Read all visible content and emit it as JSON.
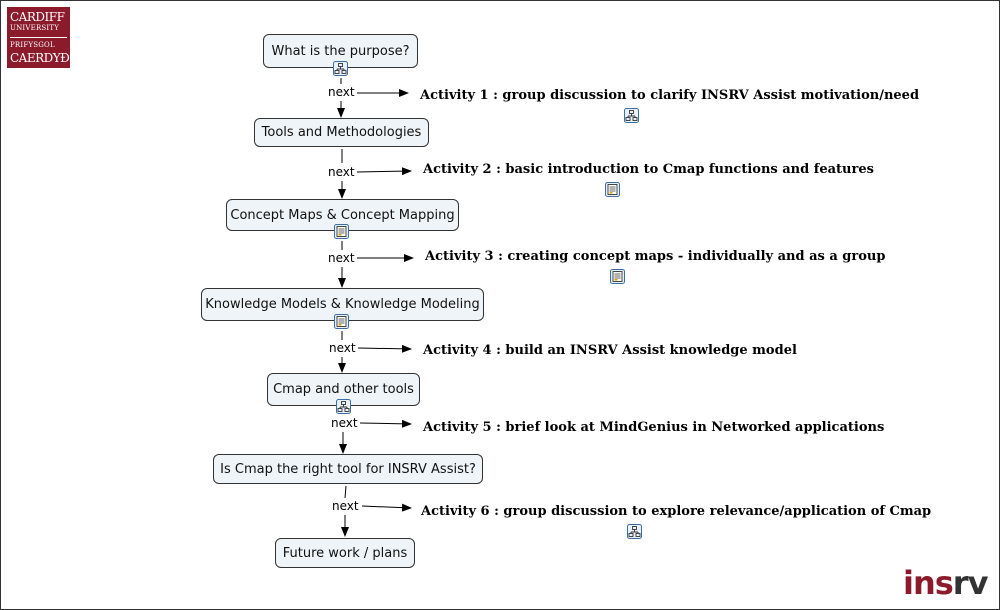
{
  "logo": {
    "line1": "CARDIFF",
    "line2": "UNIVERSITY",
    "line3": "PRIFYSGOL",
    "line4": "CAERDYÐ",
    "color": "#8b1a2b"
  },
  "brand": {
    "part1": "ins",
    "part2": "rv",
    "color1": "#8b1a2b",
    "color2": "#333333"
  },
  "nodes": [
    {
      "label": "What is the purpose?",
      "icon": "cmap-link-icon"
    },
    {
      "label": "Tools and Methodologies",
      "icon": ""
    },
    {
      "label": "Concept Maps & Concept Mapping",
      "icon": "document-icon"
    },
    {
      "label": "Knowledge Models & Knowledge Modeling",
      "icon": "document-icon"
    },
    {
      "label": "Cmap and other tools",
      "icon": "cmap-link-icon"
    },
    {
      "label": "Is Cmap the right tool for INSRV Assist?",
      "icon": ""
    },
    {
      "label": "Future work / plans",
      "icon": ""
    }
  ],
  "link_label": "next",
  "activities": [
    {
      "text": "Activity 1 : group discussion to clarify INSRV Assist motivation/need",
      "icon": "cmap-link-icon"
    },
    {
      "text": "Activity 2 : basic introduction to Cmap functions and features",
      "icon": "document-icon"
    },
    {
      "text": "Activity 3 : creating concept maps - individually and as a group",
      "icon": "document-icon"
    },
    {
      "text": "Activity 4 : build an INSRV Assist knowledge model",
      "icon": ""
    },
    {
      "text": "Activity 5 : brief look at MindGenius in Networked applications",
      "icon": ""
    },
    {
      "text": "Activity 6 : group discussion to explore relevance/application of Cmap",
      "icon": "cmap-link-icon"
    }
  ]
}
